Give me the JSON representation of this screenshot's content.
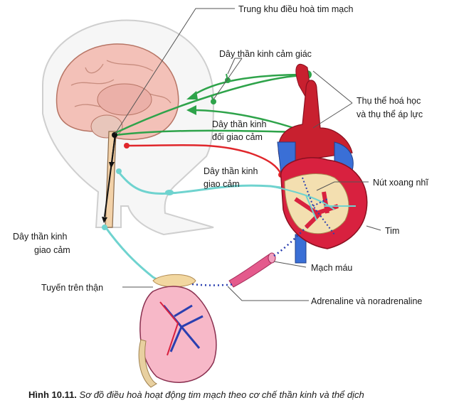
{
  "labels": {
    "center": "Trung khu điều hoà tim mạch",
    "sensory": "Dây thần kinh cảm giác",
    "receptors_1": "Thụ thể hoá học",
    "receptors_2": "và thụ thể áp lực",
    "parasym_1": "Dây thần kinh",
    "parasym_2": "đối giao cảm",
    "sym_1": "Dây thần kinh",
    "sym_2": "giao cảm",
    "sa_node": "Nút xoang nhĩ",
    "heart": "Tim",
    "sym2_1": "Dây thần kinh",
    "sym2_2": "giao cảm",
    "vessel": "Mạch máu",
    "adrenal": "Tuyến trên thận",
    "hormones": "Adrenaline và noradrenaline"
  },
  "caption": {
    "number": "Hình 10.11.",
    "text": "Sơ đồ điều hoà hoạt động tim mạch theo cơ chế thần kinh và thể dịch"
  },
  "colors": {
    "sensory_nerve": "#2ea34a",
    "parasympathetic_nerve": "#e0262b",
    "sympathetic_nerve": "#6fd3cf",
    "hormone_path": "#2a3fb0",
    "heart_muscle": "#d8213f",
    "aorta": "#c8202f",
    "vein_blue": "#3a6fd6",
    "brain": "#f3c1b8",
    "head_outline": "#cfcfcf"
  }
}
